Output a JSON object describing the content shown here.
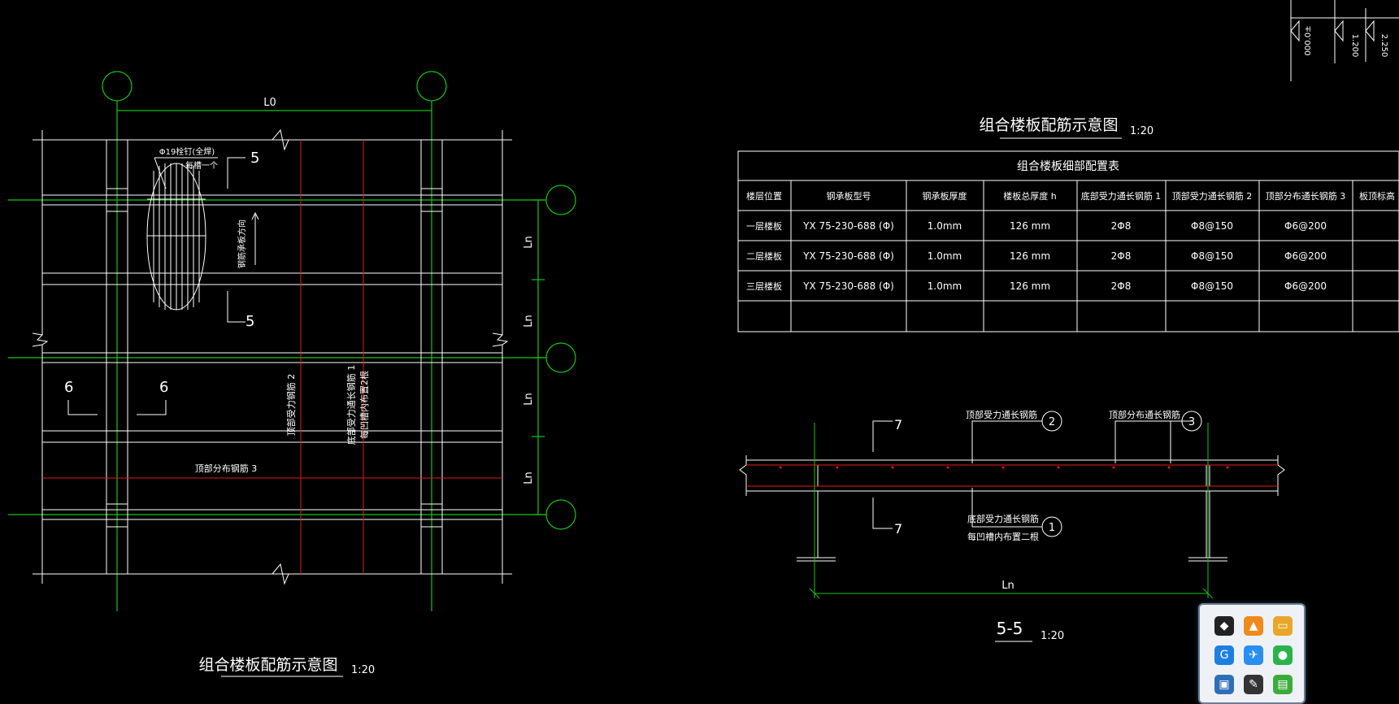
{
  "colors": {
    "background": "#000000",
    "line": "#ffffff",
    "axis": "#18c418",
    "rebar": "#e01b1b"
  },
  "plan": {
    "span_label": "L0",
    "bay_label": "Ln",
    "stud_note": "Φ19栓钉(全焊)",
    "stud_note2": "每槽一个",
    "rib_direction": "钢筋承板方向",
    "section5": "5",
    "section6": "6",
    "rebar2_label": "顶部受力钢筋 2",
    "rebar1_label": "底部受力通长钢筋 1",
    "rebar1_note": "每凹槽内布置2根",
    "rebar3_label": "顶部分布钢筋 3",
    "title": "组合楼板配筋示意图",
    "scale": "1:20"
  },
  "table": {
    "title": "组合楼板配筋示意图",
    "scale": "1:20",
    "caption": "组合楼板细部配置表",
    "headers": [
      "楼层位置",
      "钢承板型号",
      "钢承板厚度",
      "楼板总厚度 h",
      "底部受力通长钢筋 1",
      "顶部受力通长钢筋 2",
      "顶部分布通长钢筋 3",
      "板顶标高"
    ],
    "rows": [
      [
        "一层楼板",
        "YX 75-230-688 (Φ)",
        "1.0mm",
        "126 mm",
        "2Φ8",
        "Φ8@150",
        "Φ6@200",
        ""
      ],
      [
        "二层楼板",
        "YX 75-230-688 (Φ)",
        "1.0mm",
        "126 mm",
        "2Φ8",
        "Φ8@150",
        "Φ6@200",
        ""
      ],
      [
        "三层楼板",
        "YX 75-230-688 (Φ)",
        "1.0mm",
        "126 mm",
        "2Φ8",
        "Φ8@150",
        "Φ6@200",
        ""
      ],
      [
        "",
        "",
        "",
        "",
        "",
        "",
        "",
        ""
      ]
    ]
  },
  "section": {
    "cut_label": "7",
    "top_rebar_label": "顶部受力通长钢筋",
    "top_rebar_num": "2",
    "dist_rebar_label": "顶部分布通长钢筋",
    "dist_rebar_num": "3",
    "bottom_rebar_label": "底部受力通长钢筋",
    "bottom_rebar_note": "每凹槽内布置二根",
    "bottom_rebar_num": "1",
    "span_label": "Ln",
    "title": "5-5",
    "scale": "1:20"
  },
  "elevation_marks": [
    "000.0±",
    "1.200",
    "2.250"
  ],
  "tray": {
    "icons": [
      {
        "name": "app-icon-1",
        "glyph": "◆",
        "color": "#222222"
      },
      {
        "name": "app-icon-2",
        "glyph": "▲",
        "color": "#f08a1c"
      },
      {
        "name": "app-icon-3",
        "glyph": "▭",
        "color": "#e8a72b"
      },
      {
        "name": "app-icon-4",
        "glyph": "G",
        "color": "#1d7fe0"
      },
      {
        "name": "app-icon-5",
        "glyph": "✈",
        "color": "#2a8df0"
      },
      {
        "name": "wechat-icon",
        "glyph": "●",
        "color": "#2bb24c"
      },
      {
        "name": "app-icon-7",
        "glyph": "▣",
        "color": "#2f6fb7"
      },
      {
        "name": "app-icon-8",
        "glyph": "✎",
        "color": "#333333"
      },
      {
        "name": "app-icon-9",
        "glyph": "▤",
        "color": "#3cab3a"
      }
    ]
  }
}
